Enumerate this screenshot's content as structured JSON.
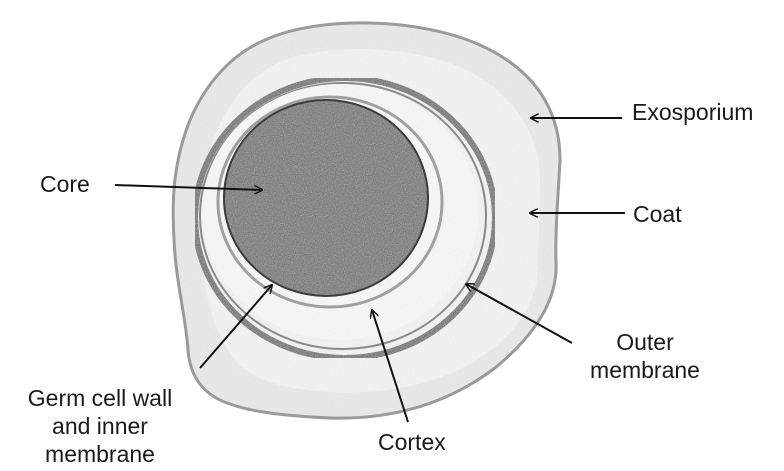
{
  "diagram": {
    "labels": {
      "exosporium": "Exosporium",
      "core": "Core",
      "coat": "Coat",
      "outer_membrane_line1": "Outer",
      "outer_membrane_line2": "membrane",
      "germ_line1": "Germ cell wall",
      "germ_line2": "and inner",
      "germ_line3": "membrane",
      "cortex": "Cortex"
    },
    "colors": {
      "exosporium_fill": "#e9e9e9",
      "coat_fill": "#f3f3f3",
      "cortex_fill": "#f7f7f7",
      "core_fill": "#6f6f6f",
      "membrane_stroke": "#555555",
      "arrow": "#111111"
    }
  }
}
